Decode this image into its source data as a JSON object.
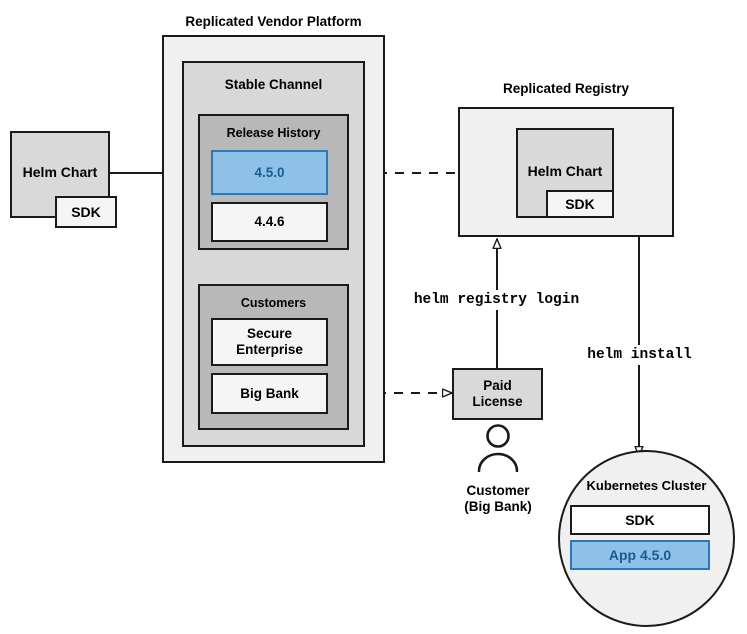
{
  "diagram": {
    "type": "architecture-flow",
    "title": "Replicated Vendor Platform helm distribution flow",
    "colors": {
      "stroke": "#1a1a1a",
      "platform_fill": "#f0f0f0",
      "channel_fill": "#d8d8d8",
      "group_fill": "#b8b8b8",
      "item_fill": "#f5f5f5",
      "chart_fill": "#d9d9d9",
      "highlight_fill": "#8ec1e8",
      "highlight_stroke": "#2e78b8",
      "highlight_text": "#1c5a92",
      "background": "#ffffff"
    }
  },
  "source_chart": {
    "label": "Helm Chart",
    "sdk_label": "SDK"
  },
  "platform": {
    "title": "Replicated Vendor Platform",
    "channel": {
      "title": "Stable Channel",
      "release_history": {
        "title": "Release History",
        "releases": [
          {
            "version": "4.5.0",
            "highlighted": true
          },
          {
            "version": "4.4.6",
            "highlighted": false
          }
        ]
      },
      "customers": {
        "title": "Customers",
        "items": [
          {
            "name": "Secure Enterprise"
          },
          {
            "name": "Big Bank"
          }
        ]
      }
    }
  },
  "registry": {
    "title": "Replicated Registry",
    "chart_label": "Helm Chart",
    "sdk_label": "SDK"
  },
  "license": {
    "label": "Paid License"
  },
  "customer": {
    "name": "Customer",
    "org": "(Big Bank)",
    "icon": "person-icon"
  },
  "cluster": {
    "title": "Kubernetes Cluster",
    "components": [
      {
        "label": "SDK",
        "highlighted": false
      },
      {
        "label": "App 4.5.0",
        "highlighted": true
      }
    ]
  },
  "commands": {
    "registry_login": "helm registry login",
    "install": "helm install"
  },
  "edges": [
    {
      "from": "source-helm-chart",
      "to": "release-4-5-0",
      "style": "solid"
    },
    {
      "from": "release-4-5-0",
      "to": "registry",
      "style": "dashed"
    },
    {
      "from": "customer-big-bank",
      "to": "paid-license",
      "style": "dashed"
    },
    {
      "from": "paid-license",
      "to": "registry",
      "style": "solid",
      "label": "helm registry login"
    },
    {
      "from": "registry",
      "to": "kubernetes-cluster",
      "style": "solid",
      "label": "helm install"
    }
  ]
}
